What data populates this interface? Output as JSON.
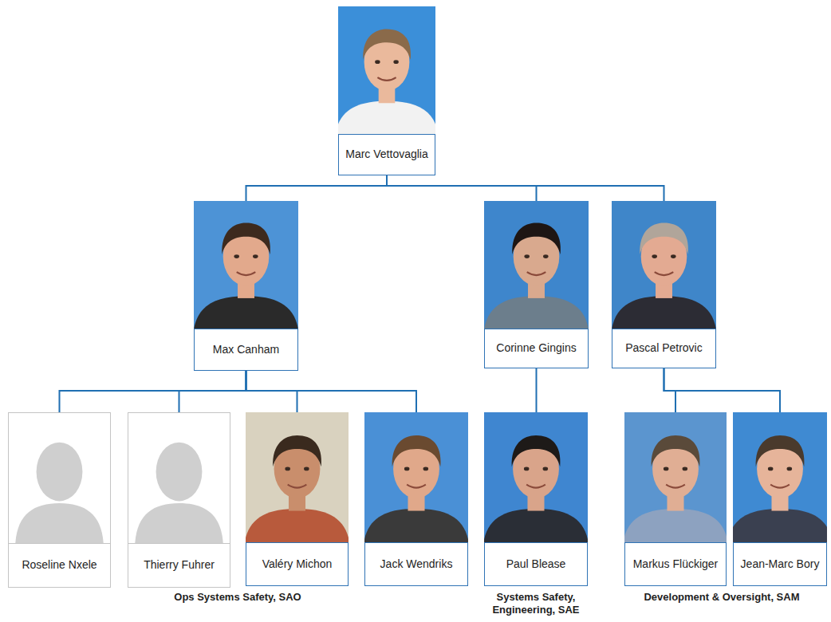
{
  "diagram": {
    "nodes": [
      {
        "text": [
          "Marc Vettovaglia"
        ]
      },
      {
        "text": [
          "Max Canham"
        ]
      },
      {
        "text": [
          "Corinne Gingins"
        ]
      },
      {
        "text": [
          "Pascal Petrovic"
        ]
      },
      {
        "text": [
          "Roseline Nxele"
        ]
      },
      {
        "text": [
          "Thierry Fuhrer"
        ]
      },
      {
        "text": [
          "Valéry Michon"
        ]
      },
      {
        "text": [
          "Jack Wendriks"
        ]
      },
      {
        "text": [
          "Paul Blease"
        ]
      },
      {
        "text": [
          "Markus Flückiger"
        ]
      },
      {
        "text": [
          "Jean-Marc Bory"
        ]
      }
    ],
    "edges": [
      {
        "from": 0,
        "to": 1,
        "arrow": "none"
      },
      {
        "from": 0,
        "to": 2,
        "arrow": "none"
      },
      {
        "from": 0,
        "to": 3,
        "arrow": "none"
      },
      {
        "from": 1,
        "to": 4,
        "arrow": "none"
      },
      {
        "from": 1,
        "to": 5,
        "arrow": "none"
      },
      {
        "from": 1,
        "to": 6,
        "arrow": "none"
      },
      {
        "from": 1,
        "to": 7,
        "arrow": "none"
      },
      {
        "from": 2,
        "to": 8,
        "arrow": "none"
      },
      {
        "from": 3,
        "to": 9,
        "arrow": "none"
      },
      {
        "from": 3,
        "to": 10,
        "arrow": "none"
      }
    ],
    "labels": [
      "Ops Systems Safety, SAO",
      "Systems Safety, Engineering, SAE",
      "Development & Oversight, SAM"
    ]
  }
}
